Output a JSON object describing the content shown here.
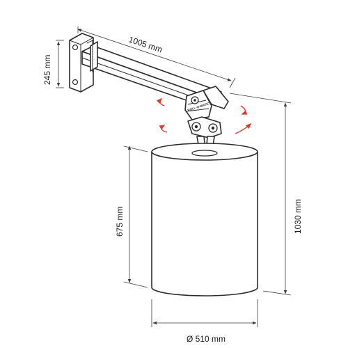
{
  "dimensions": {
    "arm_length": "1005 mm",
    "bracket_height": "245 mm",
    "drum_height": "675 mm",
    "total_height": "1030 mm",
    "drum_diameter": "Ø 510 mm"
  },
  "joint_logo": "ROLL-O-MATIC",
  "colors": {
    "line": "#2b2b2b",
    "rotation_arrows": "#e0392b",
    "background": "#ffffff"
  },
  "icons": {
    "rotation": "curved-double-arrow-icon"
  }
}
